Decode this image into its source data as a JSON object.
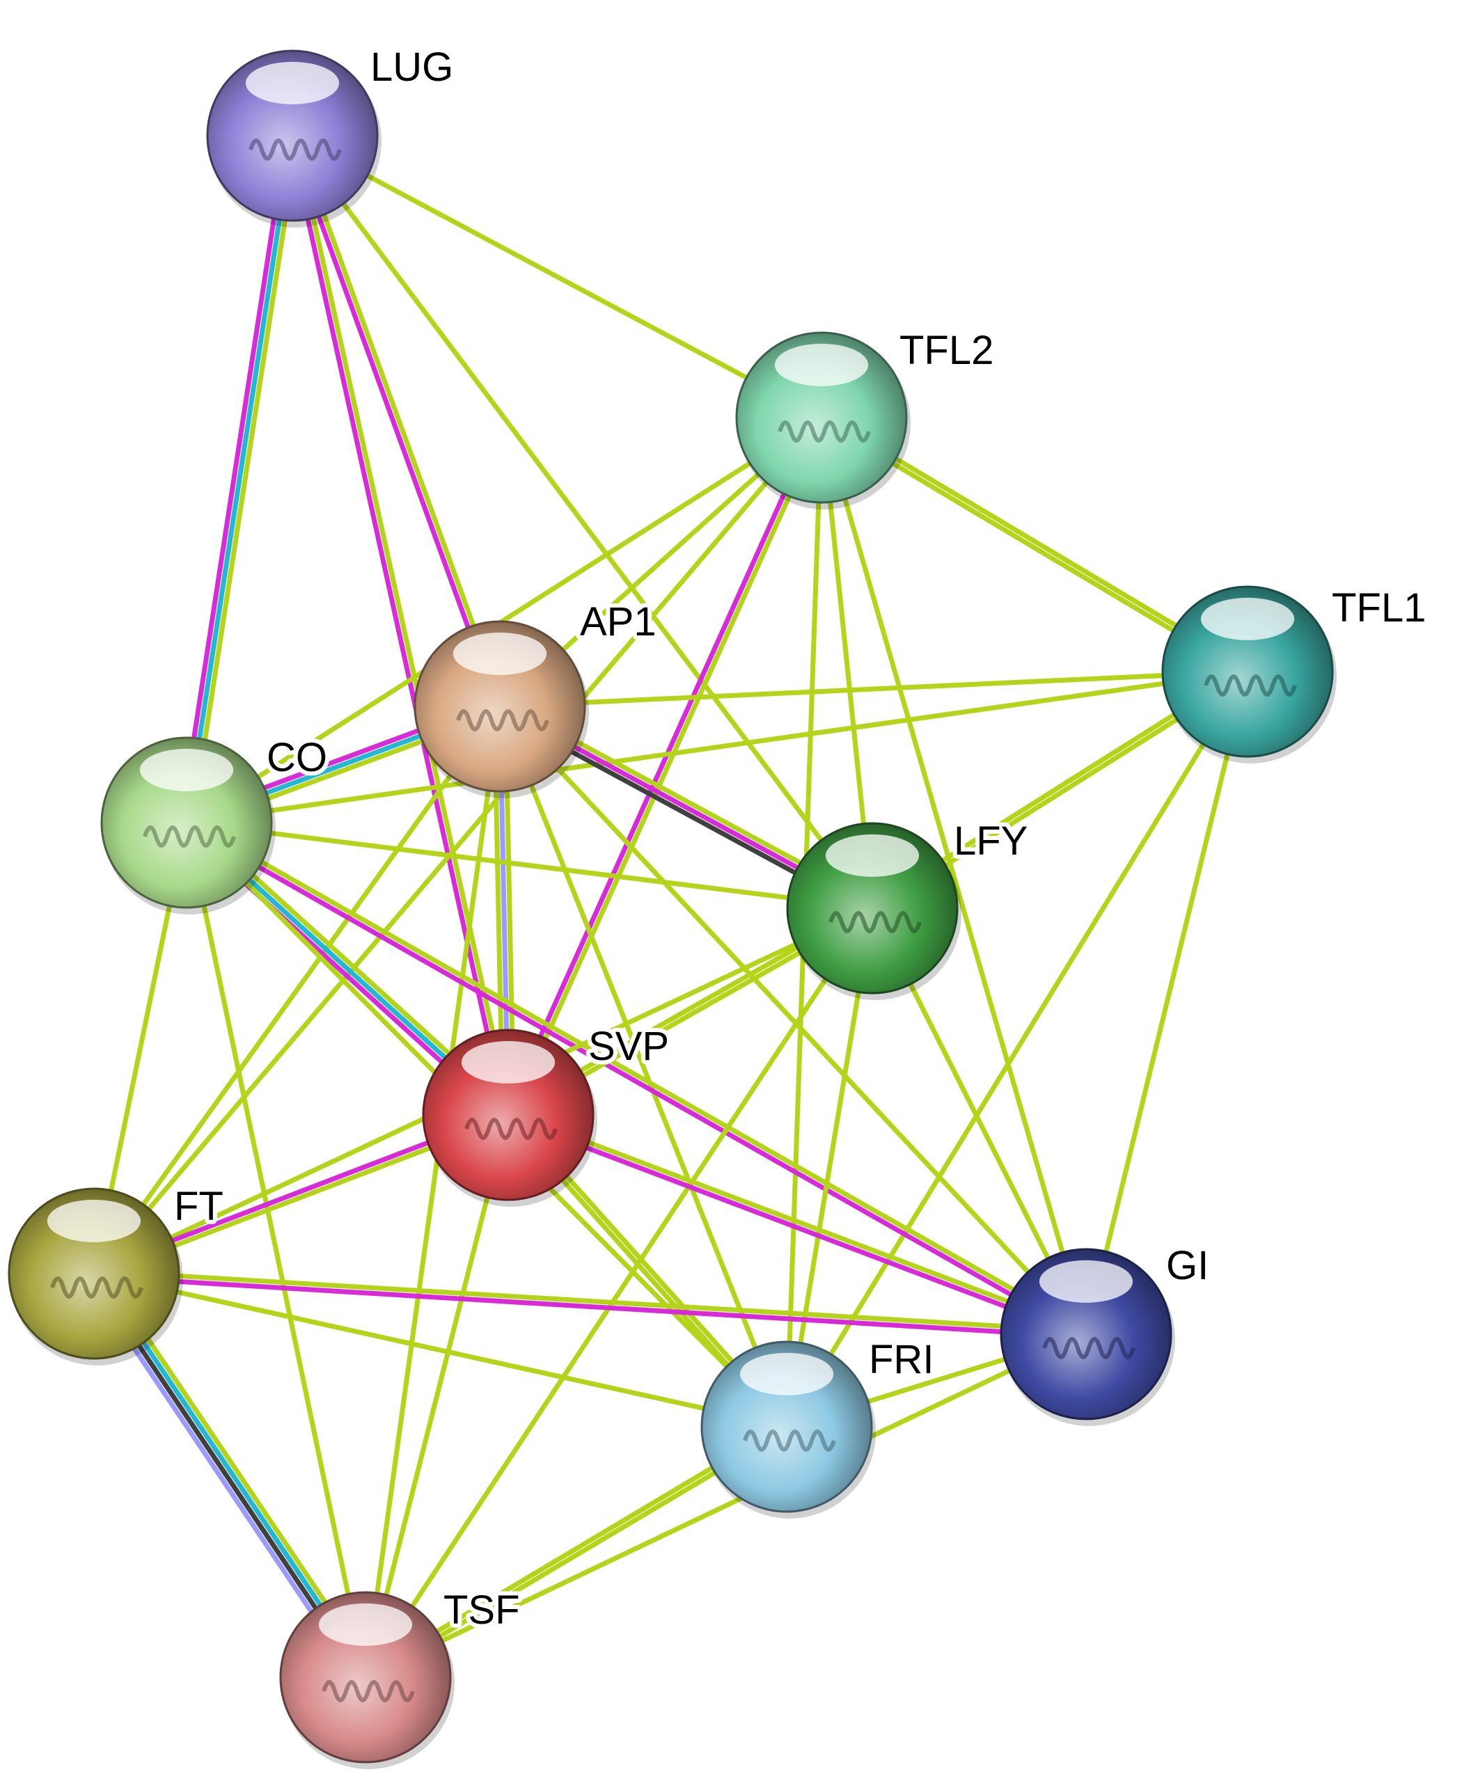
{
  "nodes": [
    {
      "id": "LUG",
      "label": "LUG",
      "color": "#8f7fd6"
    },
    {
      "id": "TFL2",
      "label": "TFL2",
      "color": "#7fd6ad"
    },
    {
      "id": "TFL1",
      "label": "TFL1",
      "color": "#3aa6a0"
    },
    {
      "id": "AP1",
      "label": "AP1",
      "color": "#d9a882"
    },
    {
      "id": "CO",
      "label": "CO",
      "color": "#a8d98a"
    },
    {
      "id": "LFY",
      "label": "LFY",
      "color": "#3f9e43"
    },
    {
      "id": "SVP",
      "label": "SVP",
      "color": "#d9464a"
    },
    {
      "id": "FT",
      "label": "FT",
      "color": "#a8a640"
    },
    {
      "id": "GI",
      "label": "GI",
      "color": "#3f4aa3"
    },
    {
      "id": "FRI",
      "label": "FRI",
      "color": "#8dc9e3"
    },
    {
      "id": "TSF",
      "label": "TSF",
      "color": "#d88a8a"
    }
  ],
  "edge_colors": {
    "textmining": "#b4d419",
    "experimental": "#d92ad9",
    "database": "#22b7d4",
    "coexpression": "#404040",
    "homology": "#9a9aff"
  },
  "edges": [
    {
      "source": "LUG",
      "target": "CO",
      "types": [
        "textmining",
        "database",
        "experimental"
      ]
    },
    {
      "source": "LUG",
      "target": "AP1",
      "types": [
        "textmining",
        "experimental"
      ]
    },
    {
      "source": "LUG",
      "target": "SVP",
      "types": [
        "textmining",
        "experimental"
      ]
    },
    {
      "source": "LUG",
      "target": "TFL2",
      "types": [
        "textmining"
      ]
    },
    {
      "source": "LUG",
      "target": "LFY",
      "types": [
        "textmining"
      ]
    },
    {
      "source": "TFL2",
      "target": "TFL1",
      "types": [
        "textmining",
        "textmining"
      ]
    },
    {
      "source": "TFL2",
      "target": "AP1",
      "types": [
        "textmining"
      ]
    },
    {
      "source": "TFL2",
      "target": "CO",
      "types": [
        "textmining"
      ]
    },
    {
      "source": "TFL2",
      "target": "LFY",
      "types": [
        "textmining"
      ]
    },
    {
      "source": "TFL2",
      "target": "SVP",
      "types": [
        "textmining",
        "experimental"
      ]
    },
    {
      "source": "TFL2",
      "target": "GI",
      "types": [
        "textmining"
      ]
    },
    {
      "source": "TFL2",
      "target": "FRI",
      "types": [
        "textmining"
      ]
    },
    {
      "source": "TFL2",
      "target": "FT",
      "types": [
        "textmining"
      ]
    },
    {
      "source": "TFL1",
      "target": "AP1",
      "types": [
        "textmining"
      ]
    },
    {
      "source": "TFL1",
      "target": "CO",
      "types": [
        "textmining"
      ]
    },
    {
      "source": "TFL1",
      "target": "LFY",
      "types": [
        "textmining",
        "textmining"
      ]
    },
    {
      "source": "TFL1",
      "target": "GI",
      "types": [
        "textmining"
      ]
    },
    {
      "source": "TFL1",
      "target": "FRI",
      "types": [
        "textmining"
      ]
    },
    {
      "source": "AP1",
      "target": "CO",
      "types": [
        "textmining",
        "database",
        "experimental"
      ]
    },
    {
      "source": "AP1",
      "target": "LFY",
      "types": [
        "textmining",
        "experimental",
        "coexpression"
      ]
    },
    {
      "source": "AP1",
      "target": "SVP",
      "types": [
        "textmining",
        "homology",
        "textmining"
      ]
    },
    {
      "source": "AP1",
      "target": "FT",
      "types": [
        "textmining"
      ]
    },
    {
      "source": "AP1",
      "target": "GI",
      "types": [
        "textmining"
      ]
    },
    {
      "source": "AP1",
      "target": "FRI",
      "types": [
        "textmining"
      ]
    },
    {
      "source": "AP1",
      "target": "TSF",
      "types": [
        "textmining"
      ]
    },
    {
      "source": "CO",
      "target": "LFY",
      "types": [
        "textmining"
      ]
    },
    {
      "source": "CO",
      "target": "SVP",
      "types": [
        "textmining",
        "database",
        "experimental"
      ]
    },
    {
      "source": "CO",
      "target": "FT",
      "types": [
        "textmining"
      ]
    },
    {
      "source": "CO",
      "target": "GI",
      "types": [
        "textmining",
        "experimental"
      ]
    },
    {
      "source": "CO",
      "target": "FRI",
      "types": [
        "textmining"
      ]
    },
    {
      "source": "CO",
      "target": "TSF",
      "types": [
        "textmining"
      ]
    },
    {
      "source": "LFY",
      "target": "SVP",
      "types": [
        "textmining",
        "textmining"
      ]
    },
    {
      "source": "LFY",
      "target": "FT",
      "types": [
        "textmining"
      ]
    },
    {
      "source": "LFY",
      "target": "GI",
      "types": [
        "textmining"
      ]
    },
    {
      "source": "LFY",
      "target": "FRI",
      "types": [
        "textmining"
      ]
    },
    {
      "source": "LFY",
      "target": "TSF",
      "types": [
        "textmining"
      ]
    },
    {
      "source": "SVP",
      "target": "FT",
      "types": [
        "textmining",
        "experimental"
      ]
    },
    {
      "source": "SVP",
      "target": "GI",
      "types": [
        "textmining",
        "experimental"
      ]
    },
    {
      "source": "SVP",
      "target": "FRI",
      "types": [
        "textmining",
        "textmining"
      ]
    },
    {
      "source": "SVP",
      "target": "TSF",
      "types": [
        "textmining"
      ]
    },
    {
      "source": "FT",
      "target": "GI",
      "types": [
        "textmining",
        "experimental"
      ]
    },
    {
      "source": "FT",
      "target": "FRI",
      "types": [
        "textmining"
      ]
    },
    {
      "source": "FT",
      "target": "TSF",
      "types": [
        "textmining",
        "database",
        "coexpression",
        "homology"
      ]
    },
    {
      "source": "GI",
      "target": "FRI",
      "types": [
        "textmining"
      ]
    },
    {
      "source": "GI",
      "target": "TSF",
      "types": [
        "textmining"
      ]
    },
    {
      "source": "FRI",
      "target": "TSF",
      "types": [
        "textmining",
        "textmining"
      ]
    }
  ]
}
